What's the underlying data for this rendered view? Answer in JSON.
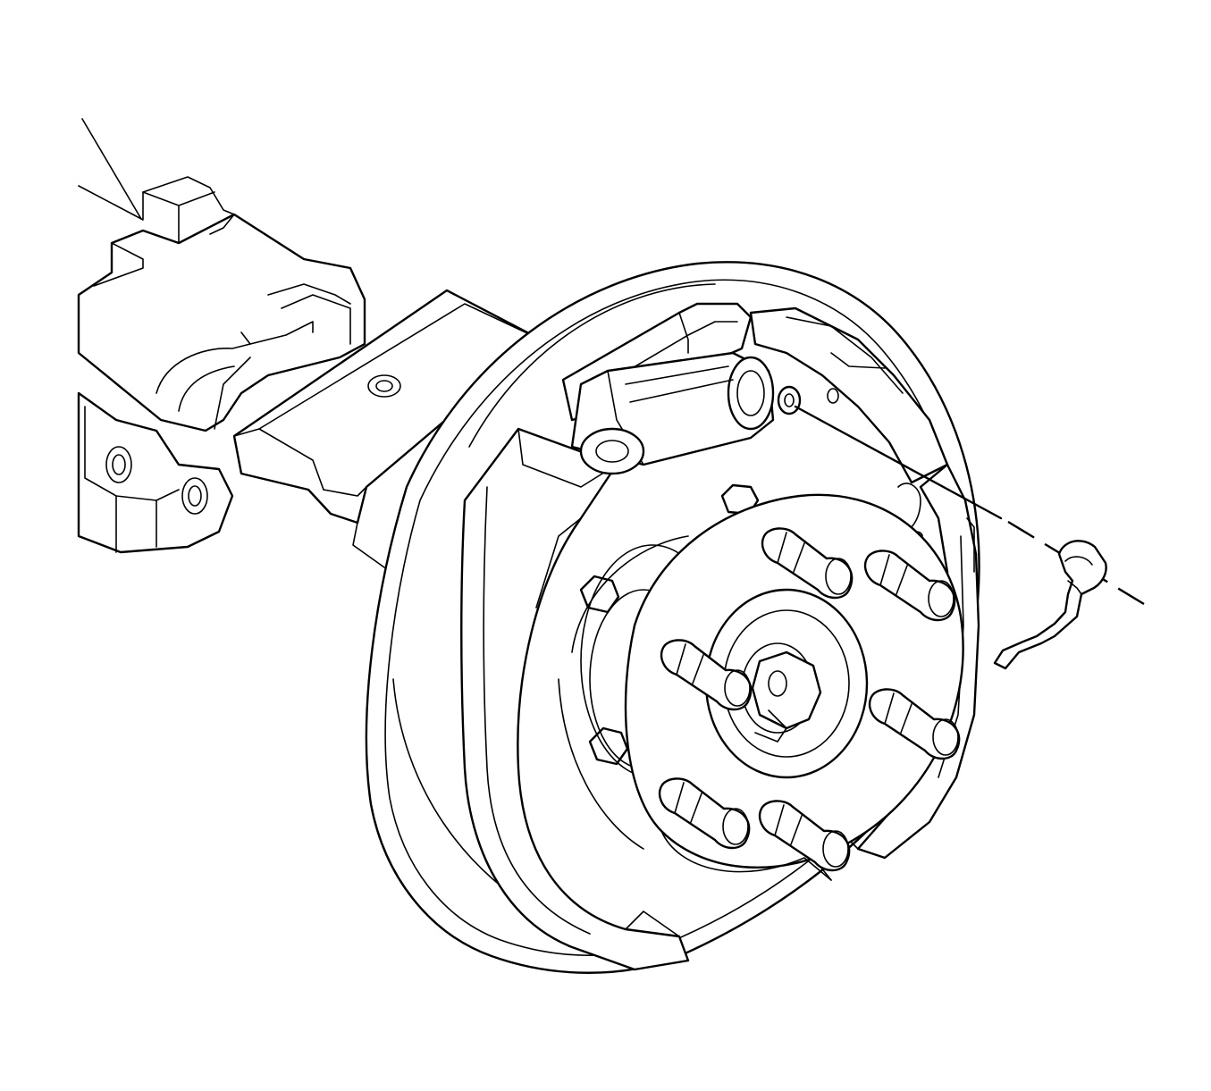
{
  "diagram": {
    "background": "#ffffff",
    "line_color": "#000000",
    "parts": [
      {
        "name": "axle-housing",
        "icon": "axle-tube-illustration"
      },
      {
        "name": "brake-backing-plate",
        "icon": "backing-plate-illustration"
      },
      {
        "name": "brake-shoes",
        "icon": "brake-shoe-illustration"
      },
      {
        "name": "wheel-cylinder",
        "icon": "wheel-cylinder-illustration"
      },
      {
        "name": "hub-and-studs",
        "icon": "wheel-hub-illustration"
      },
      {
        "name": "retaining-clip",
        "icon": "clip-illustration"
      }
    ],
    "stud_count": 6
  }
}
